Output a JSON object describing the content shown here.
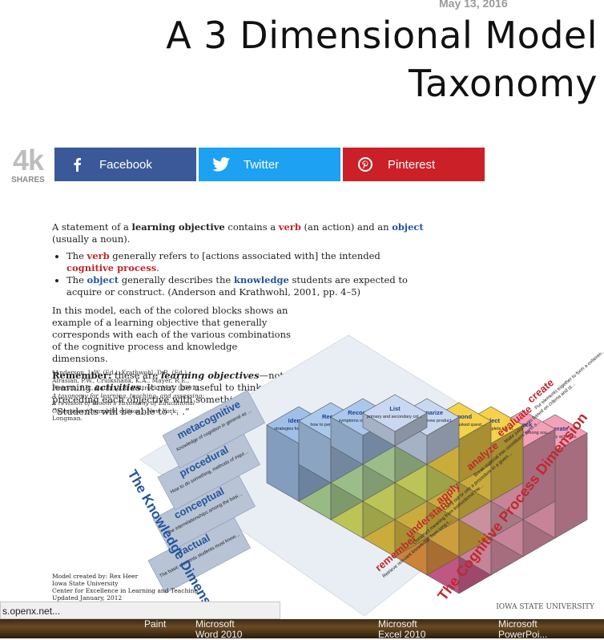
{
  "post": {
    "date": "May 13, 2016",
    "title_line1": "A 3 Dimensional Model",
    "title_line2": "Taxonomy"
  },
  "share": {
    "count": "4k",
    "count_label": "SHARES",
    "facebook": "Facebook",
    "twitter": "Twitter",
    "pinterest": "Pinterest",
    "colors": {
      "facebook": "#3b5998",
      "twitter": "#1da1f2",
      "pinterest": "#cb2027"
    }
  },
  "infographic": {
    "intro_p1_a": "A statement of a ",
    "intro_p1_b": "learning objective",
    "intro_p1_c": " contains a ",
    "intro_p1_d": "verb",
    "intro_p1_e": " (an action) and an ",
    "intro_p1_f": "object",
    "intro_p1_g": " (usually a noun).",
    "bullet1_a": "The ",
    "bullet1_b": "verb",
    "bullet1_c": " generally refers to [actions associated with] the intended ",
    "bullet1_d": "cognitive process",
    "bullet1_e": ".",
    "bullet2_a": "The ",
    "bullet2_b": "object",
    "bullet2_c": " generally describes the ",
    "bullet2_d": "knowledge",
    "bullet2_e": " students are expected to acquire or construct. (Anderson and Krathwohl, 2001, pp. 4–5)",
    "model_text": "In this model, each of the colored blocks shows an example of a learning objective that generally corresponds with each of the various combinations of the cognitive process and knowledge dimensions.",
    "remember_a": "Remember:",
    "remember_b": " these are ",
    "remember_c": "learning objectives",
    "remember_d": "—not learning ",
    "remember_e": "activities",
    "remember_f": ".",
    "remember_g": "It may be useful to think of preceding each objective with something like: “Students will be able to . . .”",
    "reference_line1": "*Anderson, L.W. (Ed.), Krathwohl, D.R. (Ed.), Airasian, P.W., Cruikshank, K.A., Mayer, R.E., Pintrich, P.R., Raths, J., & Wittrock, M.C. (2001).",
    "reference_line2": "A taxonomy for learning, teaching, and assessing: A revision of Bloom's Taxonomy of Educational Objectives",
    "reference_line3": " (Complete edition). New York: Longman.",
    "credit_line1": "Model created by: Rex Heer",
    "credit_line2": "Iowa State University",
    "credit_line3": "Center for Excellence in Learning and Teaching",
    "credit_line4": "Updated January, 2012",
    "isu_logo": "IOWA STATE UNIVERSITY",
    "knowledge_axis": "The Knowledge Dimension",
    "cognitive_axis": "The Cognitive Process Dimension",
    "knowledge_levels": [
      {
        "name": "factual",
        "desc": "The basic elements students must know to be acquainted with a discipline or solve problems in it."
      },
      {
        "name": "conceptual",
        "desc": "The interrelationships among the basic elements within a larger structure that enable them to function together."
      },
      {
        "name": "procedural",
        "desc": "How to do something, methods of inquiry, and criteria for using skills, algorithms, techniques, and methods."
      },
      {
        "name": "metacognitive",
        "desc": "Knowledge of cognition in general as well as awareness and knowledge of one's own cognition."
      }
    ],
    "process_levels": [
      {
        "name": "remember",
        "desc": "Retrieve relevant knowledge from long-term memory."
      },
      {
        "name": "understand",
        "desc": "Construct meaning from instructional messages, including oral, written, and graphic communication."
      },
      {
        "name": "apply",
        "desc": "Carry out or use a procedure in a given situation."
      },
      {
        "name": "analyze",
        "desc": "Break material into constituent parts and determine how parts relate to one another and to an overall structure or purpose."
      },
      {
        "name": "evaluate",
        "desc": "Make judgments based on criteria and standards."
      },
      {
        "name": "create",
        "desc": "Put elements together to form a coherent whole; reorganize into a new pattern or structure."
      }
    ],
    "blocks": [
      {
        "title": "List",
        "text": "primary and secondary colors.",
        "color": "#c9d8f0"
      },
      {
        "title": "Summarize",
        "text": "features of a new product.",
        "color": "#c9d8f0"
      },
      {
        "title": "Respond",
        "text": "to frequently asked questions.",
        "color": "#f6d24a"
      },
      {
        "title": "Select",
        "text": "the most complete list of activities.",
        "color": "#f6d24a"
      },
      {
        "title": "Check",
        "text": "for consistency among sources.",
        "color": "#f3a0b9"
      },
      {
        "title": "Generate",
        "text": "a log of daily activities.",
        "color": "#f3a0b9"
      },
      {
        "title": "Recognize",
        "text": "symptoms of exhaustion.",
        "color": "#a9c8ec"
      },
      {
        "title": "Classify",
        "text": "adhesives by toxicity.",
        "color": "#bde6a8"
      },
      {
        "title": "Provide",
        "text": "advice to novices.",
        "color": "#e6ef6a"
      },
      {
        "title": "Differentiate",
        "text": "high and low culture.",
        "color": "#f6d24a"
      },
      {
        "title": "Determine",
        "text": "relevance of results.",
        "color": "#f6b0c0"
      },
      {
        "title": "Assemble",
        "text": "a team of experts.",
        "color": "#f3a0b9"
      },
      {
        "title": "Recall",
        "text": "how to perform CPR.",
        "color": "#a9c8ec"
      },
      {
        "title": "Clarify",
        "text": "assembly instructions.",
        "color": "#bde6a8"
      },
      {
        "title": "Carry out",
        "text": "pH tests of water samples.",
        "color": "#e6ef6a"
      },
      {
        "title": "Integrate",
        "text": "compliance with regulations.",
        "color": "#f6d24a"
      },
      {
        "title": "Judge",
        "text": "efficiency of sampling techniques.",
        "color": "#f9c14a"
      },
      {
        "title": "Design",
        "text": "an efficient project workflow.",
        "color": "#f3a0b9"
      },
      {
        "title": "Identify",
        "text": "strategies for retaining information.",
        "color": "#9fbfe8"
      },
      {
        "title": "Predict",
        "text": "one's response to culture shock.",
        "color": "#b9e3a0"
      },
      {
        "title": "Use",
        "text": "techniques that match one's strengths.",
        "color": "#e6ef6a"
      },
      {
        "title": "Deconstruct",
        "text": "one's biases.",
        "color": "#f6d24a"
      },
      {
        "title": "Reflect",
        "text": "on one's progress.",
        "color": "#f7a046"
      },
      {
        "title": "Create",
        "text": "an innovative learning portfolio.",
        "color": "#e86a9f"
      }
    ]
  },
  "browser": {
    "status_url": "s.openx.net..."
  },
  "taskbar": {
    "items": [
      {
        "label1": "Paint",
        "label2": ""
      },
      {
        "label1": "Microsoft",
        "label2": "Word 2010"
      },
      {
        "label1": "Microsoft",
        "label2": "Excel 2010"
      },
      {
        "label1": "Microsoft",
        "label2": "PowerPoi..."
      }
    ]
  }
}
